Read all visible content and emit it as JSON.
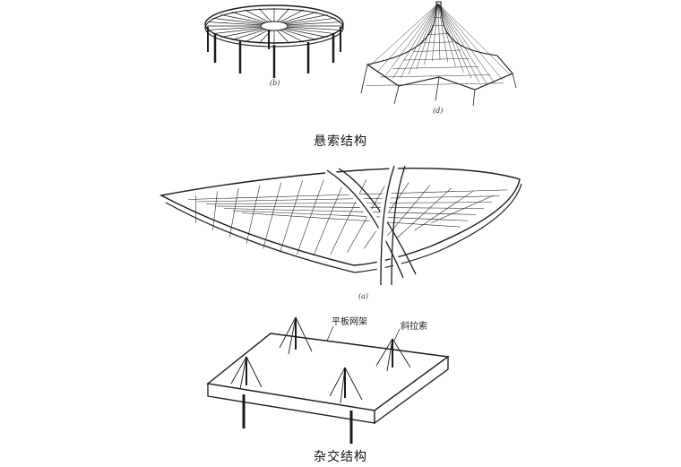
{
  "figures": {
    "circular_roof": {
      "sublabel": "(b)"
    },
    "tent_roof": {
      "sublabel": "(d)"
    },
    "saddle_roof": {
      "sublabel": "(a)"
    },
    "hybrid_grid": {
      "callout_grid": "平板网架",
      "callout_cable": "斜拉索"
    }
  },
  "captions": {
    "suspension": "悬索结构",
    "hybrid": "杂交结构"
  },
  "colors": {
    "ink": "#1a1a1a",
    "background": "#ffffff"
  }
}
